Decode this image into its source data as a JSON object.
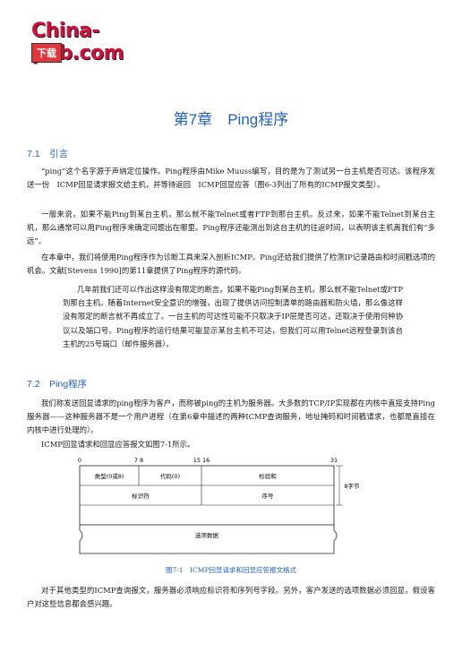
{
  "logo": {
    "text": "China-pub.com",
    "download": "下载"
  },
  "chapter_title": "第7章　Ping程序",
  "sections": [
    {
      "heading": "7.1　引言"
    },
    {
      "heading": "7.2　Ping程序"
    }
  ],
  "paragraphs": {
    "p1": "“ping”这个名字源于声纳定位操作。Ping程序由Mike Muuss编写，目的是为了测试另一台主机是否可达。该程序发送一份　ICMP回显请求报文给主机，并等待返回　ICMP回显应答（图6-3列出了所有的ICMP报文类型）。",
    "p2": "一般来说，如果不能Ping到某台主机，那么就不能Telnet或者FTP到那台主机。反过来，如果不能Telnet到某台主机，那么通常可以用Ping程序来确定问题出在哪里。Ping程序还能测出到这台主机的往返时间，以表明该主机离我们有“多远”。",
    "p3": "在本章中，我们将使用Ping程序作为诊断工具来深入剖析ICMP。Ping还给我们提供了检测IP记录路由和时间戳选项的机会。文献[Stevens 1990]的第11章提供了Ping程序的源代码。",
    "quote": "几年前我们还可以作出这样没有限定的断言，如果不能Ping到某台主机，那么就不能Telnet或FTP到那台主机。随着Internet安全意识的增强，出现了提供访问控制清单的路由器和防火墙，那么像这样没有限定的断言就不再成立了。一台主机的可达性可能不只取决于IP层是否可达，还取决于使用何种协议以及端口号。Ping程序的运行结果可能显示某台主机不可达，但我们可以用Telnet远程登录到该台主机的25号端口（邮件服务器）。",
    "p4": "我们称发送回显请求的ping程序为客户，而称被ping的主机为服务器。大多数的TCP/IP实现都在内核中直接支持Ping服务器——这种服务器不是一个用户进程（在第6章中描述的两种ICMP查询服务，地址掩码和时间戳请求，也都是直接在内核中进行处理的）。",
    "p5": "ICMP回显请求和回显应答报文如图7-1所示。",
    "p6": "对于其他类型的ICMP查询报文，服务器必须响应标识符和序列号字段。另外，客户发送的选项数据必须回显，假设客户对这些信息都会感兴趣。"
  },
  "figure": {
    "bit_labels": [
      "0",
      "7 8",
      "15 16",
      "31"
    ],
    "fields": {
      "type": "类型(0或8)",
      "code": "代码(0)",
      "checksum": "检验和",
      "identifier": "标识符",
      "sequence": "序号",
      "data": "选项数据"
    },
    "side_label": "8字节",
    "caption": "图7-1　ICMP回显请求和回显应答报文格式"
  }
}
